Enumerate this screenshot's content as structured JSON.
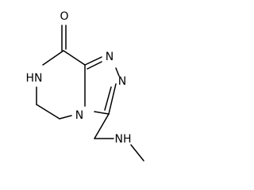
{
  "molecule": {
    "atoms": {
      "o_carbonyl": "O",
      "n_ring_nh": "HN",
      "n_triazole_n1": "N",
      "n_triazole_n2": "N",
      "n_bridgehead": "N",
      "n_methylamino": "NH"
    }
  },
  "colors": {
    "bond": "#000000",
    "atom_text": "#000000",
    "background": "#ffffff"
  }
}
